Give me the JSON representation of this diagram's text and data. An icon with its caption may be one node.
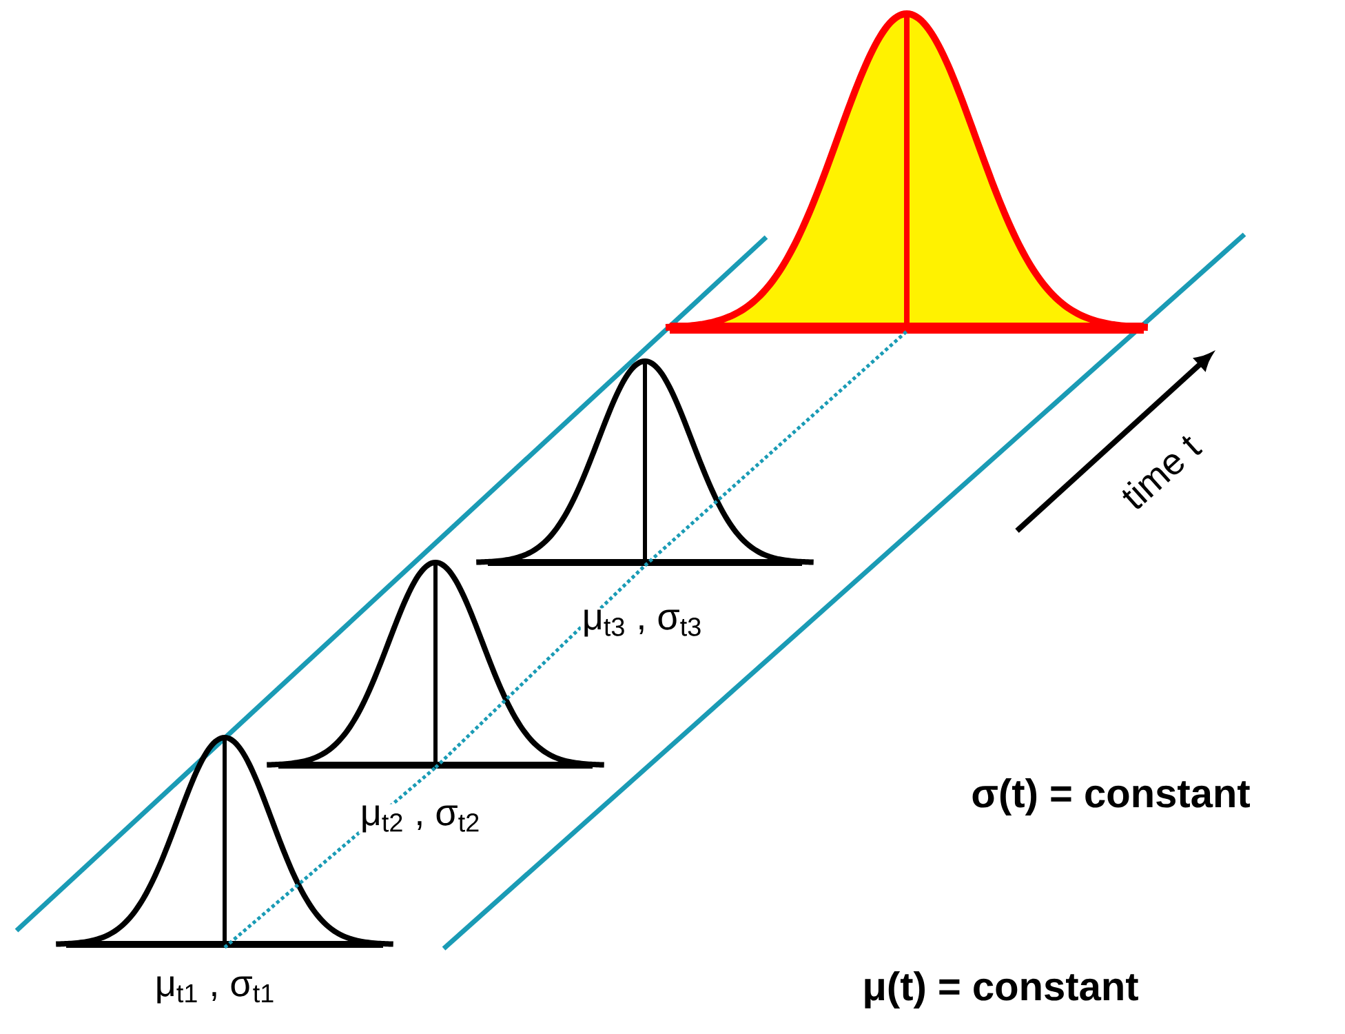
{
  "diagram": {
    "nodes": [
      {
        "text": [],
        "shape": "curve"
      },
      {
        "text": [],
        "shape": "curve"
      },
      {
        "text": [],
        "shape": "curve"
      },
      {
        "text": [],
        "shape": "curve"
      }
    ],
    "edges": [
      {
        "from": 3,
        "to": 2,
        "arrow": "none",
        "style": "dashed",
        "color": "#1a9bb5"
      },
      {
        "from": 2,
        "to": 1,
        "arrow": "none",
        "style": "dashed",
        "color": "#1a9bb5"
      },
      {
        "from": 1,
        "to": 0,
        "arrow": "none",
        "style": "dashed",
        "color": "#1a9bb5"
      }
    ],
    "labels": [
      "time t",
      "μ$_{t3}$ , σ$_{t3}$",
      "μ$_{t2}$ , σ$_{t2}$",
      "σ(t) = constant",
      "μ$_{t1}$ , σ$_{t1}$",
      "μ(t) = constant"
    ]
  }
}
